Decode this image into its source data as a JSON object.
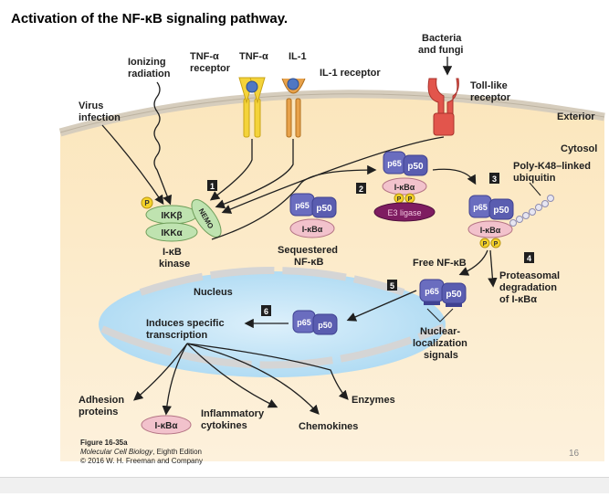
{
  "title": "Activation of the NF-κB signaling pathway.",
  "labels": {
    "ionizing_radiation_1": "Ionizing",
    "ionizing_radiation_2": "radiation",
    "tnfa_receptor_1": "TNF-α",
    "tnfa_receptor_2": "receptor",
    "tnfa": "TNF-α",
    "il1": "IL-1",
    "il1_receptor": "IL-1 receptor",
    "bacteria_1": "Bacteria",
    "bacteria_2": "and fungi",
    "toll_1": "Toll-like",
    "toll_2": "receptor",
    "virus_1": "Virus",
    "virus_2": "infection",
    "exterior": "Exterior",
    "cytosol": "Cytosol",
    "polyk48_1": "Poly-K48–linked",
    "polyk48_2": "ubiquitin",
    "ikb_kinase_1": "I-κB",
    "ikb_kinase_2": "kinase",
    "sequestered_1": "Sequestered",
    "sequestered_2": "NF-κB",
    "free_nfkb": "Free NF-κB",
    "proteasomal_1": "Proteasomal",
    "proteasomal_2": "degradation",
    "proteasomal_3": "of I-κBα",
    "nucleus": "Nucleus",
    "induces_1": "Induces specific",
    "induces_2": "transcription",
    "nls_1": "Nuclear-",
    "nls_2": "localization",
    "nls_3": "signals",
    "adhesion_1": "Adhesion",
    "adhesion_2": "proteins",
    "ikba_product": "I-κBα",
    "inflam_1": "Inflammatory",
    "inflam_2": "cytokines",
    "chemokines": "Chemokines",
    "enzymes": "Enzymes"
  },
  "proteins": {
    "p65": "p65",
    "p50": "p50",
    "ikba": "I-κBα",
    "ikkb": "IKKβ",
    "ikka": "IKKα",
    "nemo": "NEMO",
    "e3": "E3 ligase",
    "p": "P"
  },
  "steps": [
    "1",
    "2",
    "3",
    "4",
    "5",
    "6"
  ],
  "footer": {
    "figure": "Figure 16-35a",
    "book": "Molecular Cell Biology",
    "edition": ", Eighth Edition",
    "copyright": "© 2016 W. H. Freeman and Company"
  },
  "page_number": "16",
  "colors": {
    "cytosol": "#fbe8c4",
    "membrane": "#d9d0c0",
    "nucleus": "#bfe1f5",
    "p65": "#6a6dbf",
    "ikba": "#f2c2cc",
    "ikk": "#bfe3b0",
    "p_badge": "#f6d32a",
    "e3": "#7e1c61",
    "receptor_tnf": "#f4d33a",
    "receptor_il1": "#e7a14a",
    "receptor_toll": "#e2554c",
    "step_box": "#1f1f1f"
  }
}
